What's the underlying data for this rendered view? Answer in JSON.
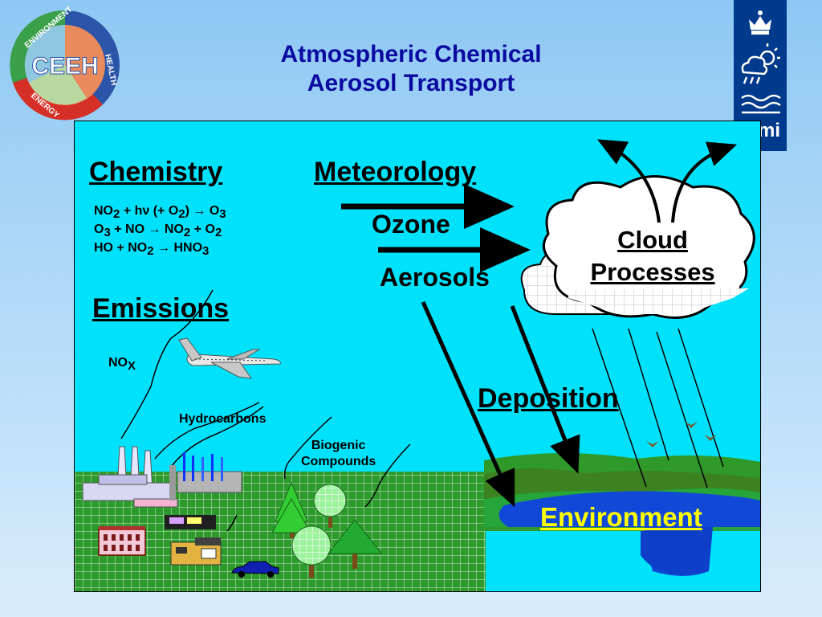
{
  "title": {
    "line1": "Atmospheric Chemical",
    "line2": "Aerosol Transport"
  },
  "logos": {
    "ceeh": {
      "center": "CEEH",
      "ring": [
        "ENVIRONMENT",
        "HEALTH",
        "ENERGY"
      ]
    },
    "dmi": {
      "text": "mi"
    }
  },
  "diagram": {
    "chemistry": "Chemistry",
    "equations": [
      {
        "parts": [
          "NO",
          "2",
          " + hν (+ O",
          "2",
          ") → O",
          "3"
        ]
      },
      {
        "parts": [
          "O",
          "3",
          " + NO → NO",
          "2",
          " + O",
          "2"
        ]
      },
      {
        "parts": [
          "HO + NO",
          "2",
          " → HNO",
          "3"
        ]
      }
    ],
    "meteorology": "Meteorology",
    "ozone": "Ozone",
    "aerosols": "Aerosols",
    "emissions": "Emissions",
    "nox": {
      "base": "NO",
      "sub": "X"
    },
    "hydrocarbons": "Hydrocarbons",
    "biogenic": {
      "line1": "Biogenic",
      "line2": "Compounds"
    },
    "cloud": {
      "line1": "Cloud",
      "line2": "Processes"
    },
    "deposition": "Deposition",
    "environment": "Environment"
  },
  "colors": {
    "title": "#0a0aa0",
    "panel": "#00e2fb",
    "ground": "#2e9a2e",
    "environment_text": "#ffff00",
    "water": "#1148d8",
    "dmi_blue": "#003a8c"
  },
  "icons": [
    "ceeh-logo",
    "dmi-crown-icon",
    "dmi-weather-icon",
    "dmi-wave-icon",
    "airplane-icon",
    "factory-icon",
    "tree-icon",
    "car-icon",
    "bird-icon"
  ]
}
